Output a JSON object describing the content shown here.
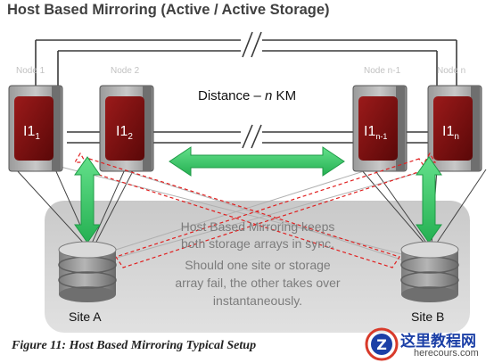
{
  "title": "Host Based Mirroring (Active / Active Storage)",
  "nodes": [
    {
      "label": "Node 1",
      "instance_main": "I1",
      "instance_sub": "1"
    },
    {
      "label": "Node 2",
      "instance_main": "I1",
      "instance_sub": "2"
    },
    {
      "label": "Node n-1",
      "instance_main": "I1",
      "instance_sub": "n-1"
    },
    {
      "label": "Node n",
      "instance_main": "I1",
      "instance_sub": "n"
    }
  ],
  "distance": {
    "prefix": "Distance – ",
    "variable": "n",
    "suffix": " KM"
  },
  "description_lines": [
    "Host Based Mirroring keeps",
    "both storage arrays in sync.",
    "Should one site or storage",
    "array fail, the other takes over",
    "instantaneously."
  ],
  "sites": [
    {
      "label": "Site A"
    },
    {
      "label": "Site B"
    }
  ],
  "caption": "Figure 11: Host Based Mirroring Typical Setup",
  "watermark": {
    "text": "这里教程网",
    "subtext": "herecours.com",
    "logo_letter": "Z"
  },
  "colors": {
    "server_body": "#7a0e0e",
    "green_arrow": "#33cc66",
    "red_dashed": "#e02020",
    "storage_panel": "#d6d6d6"
  }
}
